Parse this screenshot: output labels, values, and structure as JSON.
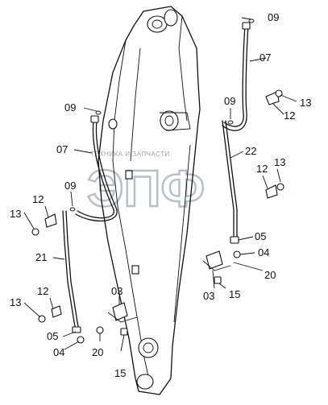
{
  "watermark": {
    "line": "ТЕХНИКА И ЗАПЧАСТИ",
    "logo": "ЭПФ"
  },
  "callouts": [
    {
      "id": "c-09-top",
      "text": "09"
    },
    {
      "id": "c-07-top",
      "text": "07"
    },
    {
      "id": "c-13-top",
      "text": "13"
    },
    {
      "id": "c-12-top",
      "text": "12"
    },
    {
      "id": "c-09-mid-right",
      "text": "09"
    },
    {
      "id": "c-22",
      "text": "22"
    },
    {
      "id": "c-09-left",
      "text": "09"
    },
    {
      "id": "c-07-left",
      "text": "07"
    },
    {
      "id": "c-09-left-low",
      "text": "09"
    },
    {
      "id": "c-12-right",
      "text": "12"
    },
    {
      "id": "c-13-right",
      "text": "13"
    },
    {
      "id": "c-12-left",
      "text": "12"
    },
    {
      "id": "c-13-left",
      "text": "13"
    },
    {
      "id": "c-21",
      "text": "21"
    },
    {
      "id": "c-05-right",
      "text": "05"
    },
    {
      "id": "c-04-right",
      "text": "04"
    },
    {
      "id": "c-20-right",
      "text": "20"
    },
    {
      "id": "c-03-right",
      "text": "03"
    },
    {
      "id": "c-15-right",
      "text": "15"
    },
    {
      "id": "c-12-bottom-left",
      "text": "12"
    },
    {
      "id": "c-13-bottom-left",
      "text": "13"
    },
    {
      "id": "c-03-bottom",
      "text": "03"
    },
    {
      "id": "c-05-bottom",
      "text": "05"
    },
    {
      "id": "c-04-bottom",
      "text": "04"
    },
    {
      "id": "c-20-bottom",
      "text": "20"
    },
    {
      "id": "c-15-bottom",
      "text": "15"
    }
  ]
}
